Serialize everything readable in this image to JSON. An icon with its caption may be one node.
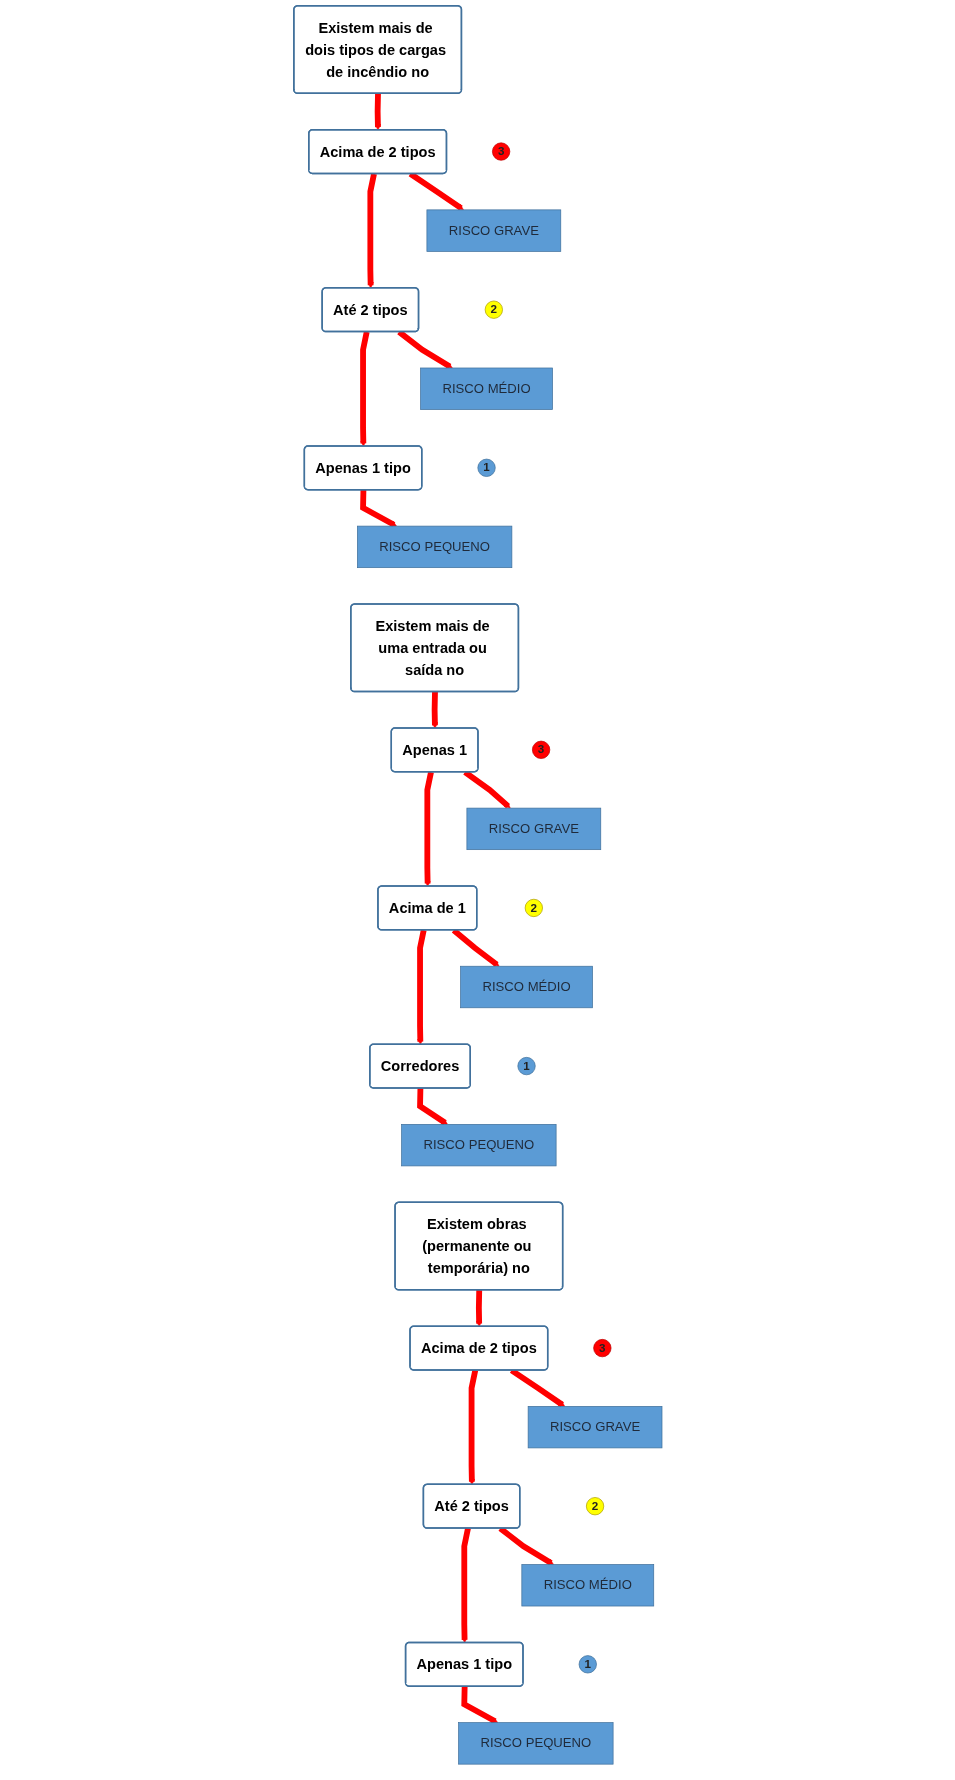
{
  "diagram": {
    "nodes": [
      {
        "text": [
          "Existem mais de dois tipos de cargas de incêndio no"
        ]
      },
      {
        "text": [
          "3"
        ]
      },
      {
        "text": [
          "Acima de 2 tipos"
        ]
      },
      {
        "text": [
          "RISCO GRAVE"
        ]
      },
      {
        "text": [
          "2"
        ]
      },
      {
        "text": [
          "Até 2 tipos"
        ]
      },
      {
        "text": [
          "RISCO MÉDIO"
        ]
      },
      {
        "text": [
          "1"
        ]
      },
      {
        "text": [
          "Apenas 1 tipo"
        ]
      },
      {
        "text": [
          "RISCO PEQUENO"
        ]
      },
      {
        "text": [
          "Existem mais de uma entrada ou saída no"
        ]
      },
      {
        "text": [
          "3"
        ]
      },
      {
        "text": [
          "Apenas 1"
        ]
      },
      {
        "text": [
          "RISCO GRAVE"
        ]
      },
      {
        "text": [
          "2"
        ]
      },
      {
        "text": [
          "Acima de 1"
        ]
      },
      {
        "text": [
          "RISCO MÉDIO"
        ]
      },
      {
        "text": [
          "1"
        ]
      },
      {
        "text": [
          "Corredores"
        ]
      },
      {
        "text": [
          "RISCO PEQUENO"
        ]
      },
      {
        "text": [
          "Existem obras (permanente ou temporária) no"
        ]
      },
      {
        "text": [
          "3"
        ]
      },
      {
        "text": [
          "Acima de 2 tipos"
        ]
      },
      {
        "text": [
          "RISCO GRAVE"
        ]
      },
      {
        "text": [
          "2"
        ]
      },
      {
        "text": [
          "Até 2 tipos"
        ]
      },
      {
        "text": [
          "RISCO MÉDIO"
        ]
      },
      {
        "text": [
          "1"
        ]
      },
      {
        "text": [
          "Apenas 1 tipo"
        ]
      },
      {
        "text": [
          "RISCO PEQUENO"
        ]
      }
    ],
    "edges": [
      {
        "from": 0,
        "to": 2,
        "arrow": "to"
      },
      {
        "from": 2,
        "to": 3,
        "arrow": "to"
      },
      {
        "from": 2,
        "to": 5,
        "arrow": "to"
      },
      {
        "from": 5,
        "to": 6,
        "arrow": "to"
      },
      {
        "from": 5,
        "to": 8,
        "arrow": "to"
      },
      {
        "from": 8,
        "to": 9,
        "arrow": "to"
      },
      {
        "from": 10,
        "to": 12,
        "arrow": "to"
      },
      {
        "from": 12,
        "to": 13,
        "arrow": "to"
      },
      {
        "from": 12,
        "to": 15,
        "arrow": "to"
      },
      {
        "from": 15,
        "to": 16,
        "arrow": "to"
      },
      {
        "from": 15,
        "to": 18,
        "arrow": "to"
      },
      {
        "from": 18,
        "to": 19,
        "arrow": "to"
      },
      {
        "from": 20,
        "to": 22,
        "arrow": "to"
      },
      {
        "from": 22,
        "to": 23,
        "arrow": "to"
      },
      {
        "from": 22,
        "to": 25,
        "arrow": "to"
      },
      {
        "from": 25,
        "to": 26,
        "arrow": "to"
      },
      {
        "from": 25,
        "to": 28,
        "arrow": "to"
      },
      {
        "from": 28,
        "to": 29,
        "arrow": "to"
      }
    ]
  }
}
